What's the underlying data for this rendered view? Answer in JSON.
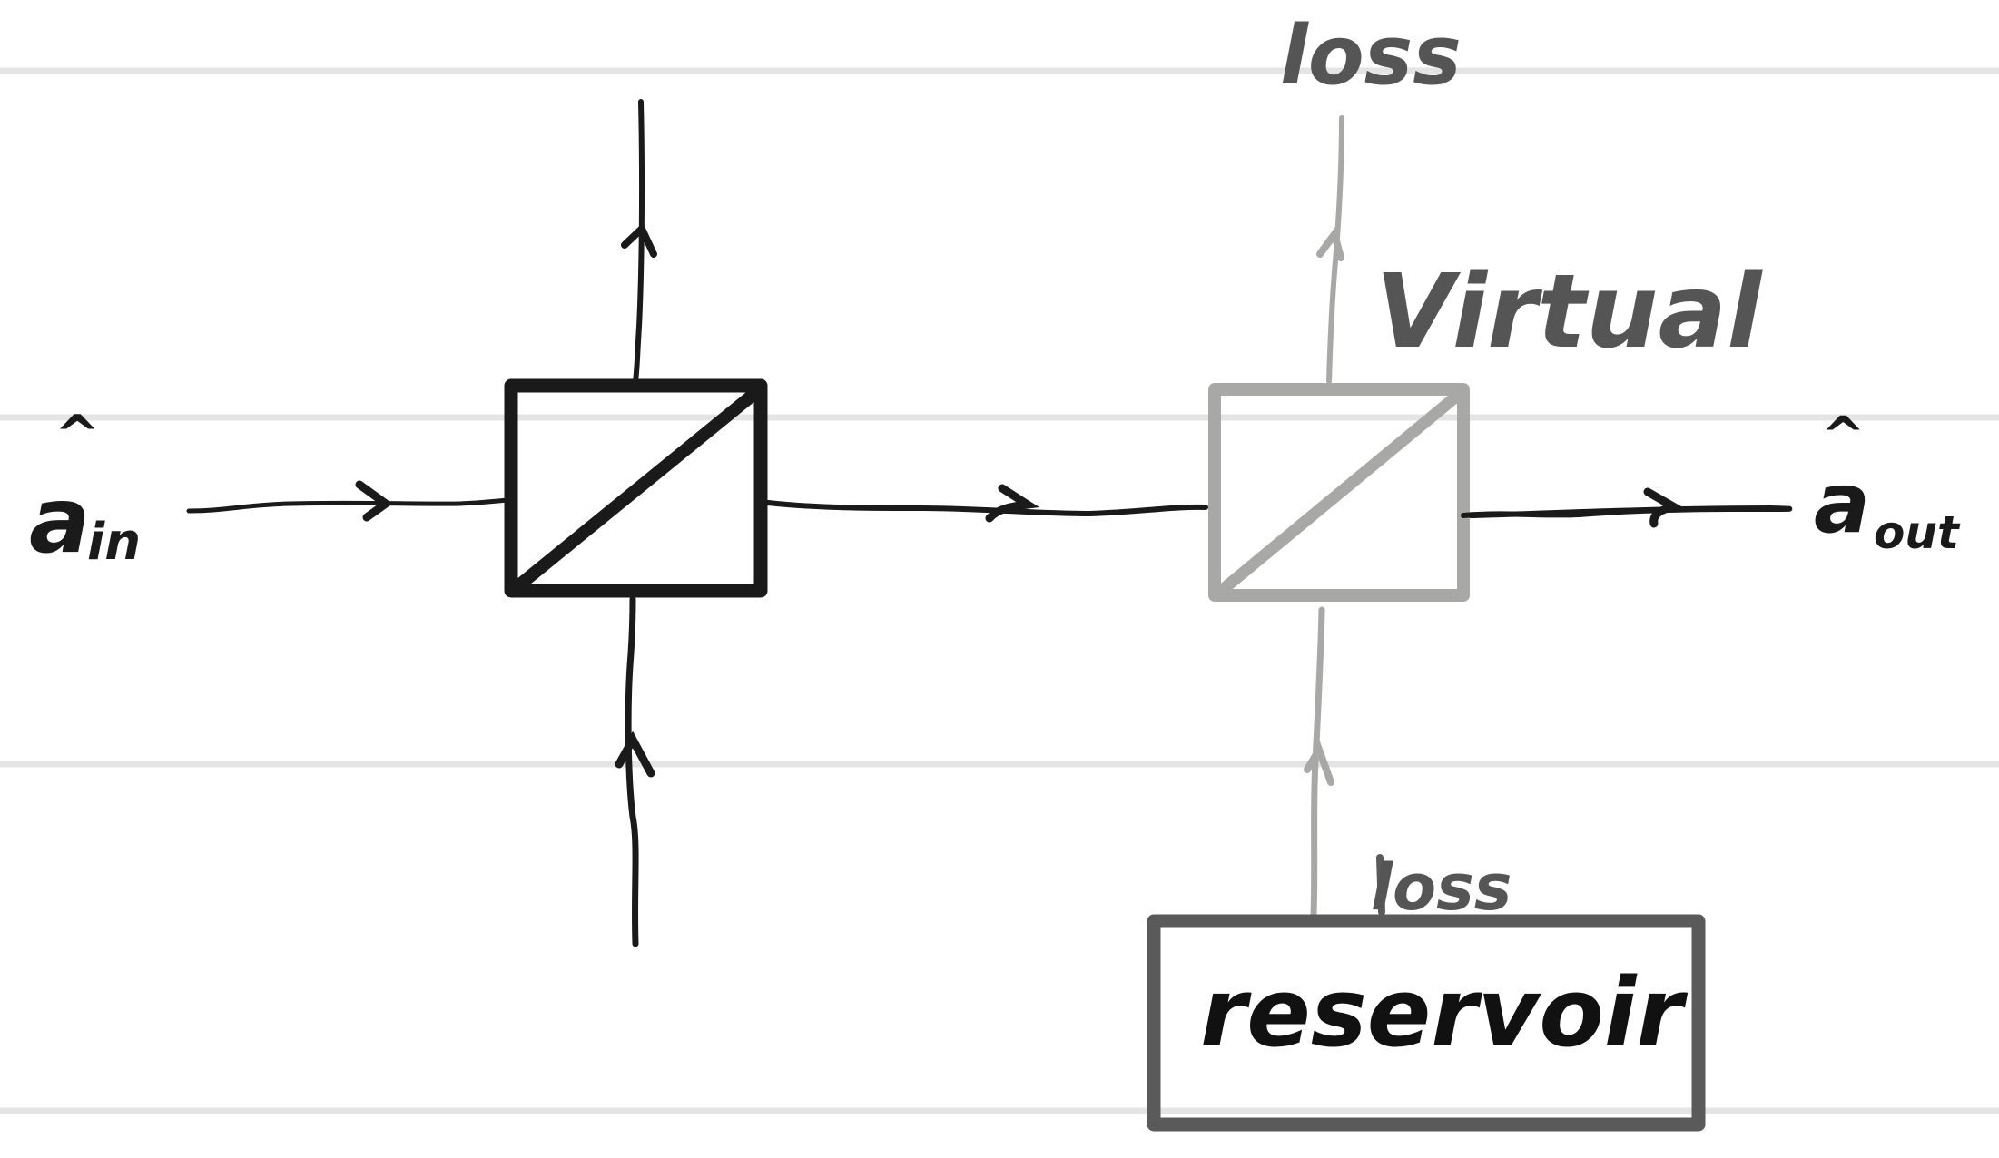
{
  "labels": {
    "a_in_hat": "^",
    "a_in_base": "a",
    "a_in_sub": "in",
    "a_out_hat": "^",
    "a_out_base": "a",
    "a_out_sub": "out",
    "loss_top": "loss",
    "virtual": "Virtual",
    "loss_bottom": "loss",
    "reservoir": "reservoir"
  },
  "colors": {
    "ink": "#1a1a1a",
    "virtual_gray": "#a8a8a6",
    "label_gray": "#555555",
    "reservoir_gray": "#5a5a5a",
    "rule_line": "#e4e4e4"
  }
}
